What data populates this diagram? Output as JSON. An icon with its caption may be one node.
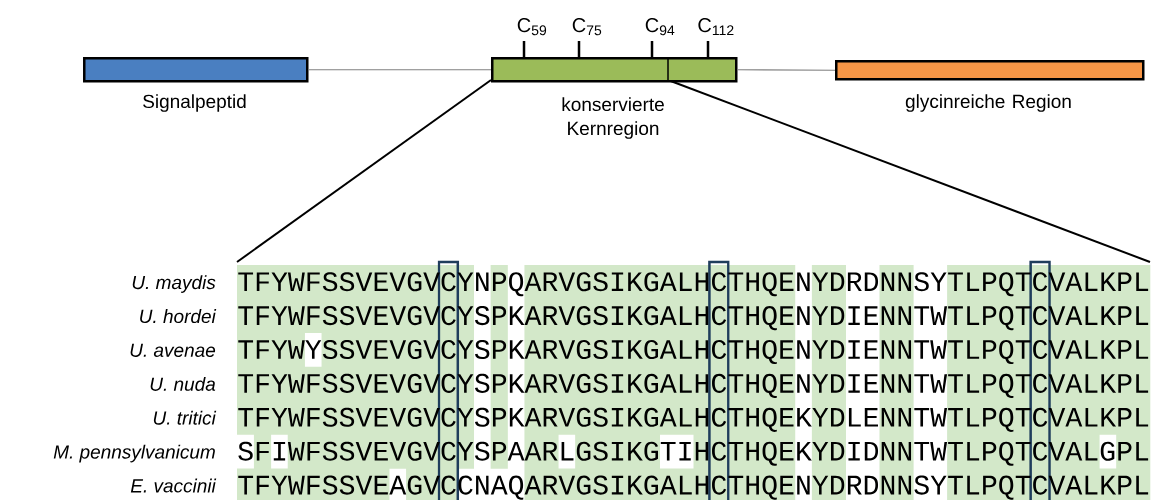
{
  "diagram": {
    "nodes": [
      {
        "text": [
          "Signalpeptid"
        ]
      },
      {
        "text": [
          "konservierte Kernregion"
        ]
      },
      {
        "text": [
          "glycinreiche Region"
        ]
      }
    ],
    "edges": [
      {
        "from": 0,
        "to": 1,
        "arrow": "none"
      },
      {
        "from": 1,
        "to": 2,
        "arrow": "none"
      }
    ],
    "labels": [
      "C$_{59}$",
      "C$_{75}$",
      "C$_{94}$",
      "C$_{112}$",
      "U. maydis",
      "TFYWFSSVEVGVCYNPQARVGSIKGALHCTHQENYDRDNNSYTLPQTCVALKPL",
      "U. hordei",
      "TFYWFSSVEVGVCYSPKARVGSIKGALHCTHQENYDIENNTWTLPQTCVALKPL",
      "U. avenae",
      "TFYWYSSVEVGVCYSPKARVGSIKGALHCTHQENYDIENNTWTLPQTCVALKPL",
      "U. nuda",
      "TFYWFSSVEVGVCYSPKARVGSIKGALHCTHQENYDIENNTWTLPQTCVALKPL",
      "U. tritici",
      "TFYWFSSVEVGVCYSPKARVGSIKGALHCTHQEKYDLENNTWTLPQTCVALKPL",
      "M. pennsylvanicum",
      "SFIWFSSVEVGVCYSPAARLGSIKGTIHCTHQEKYDIDNNTWTLPQTCVALGPL",
      "E. vaccinii",
      "TFYWFSSVEAGVCCNAQARVGSIKGALHCTHQENYDRDNNSYTLPQTCVALKPL"
    ]
  }
}
